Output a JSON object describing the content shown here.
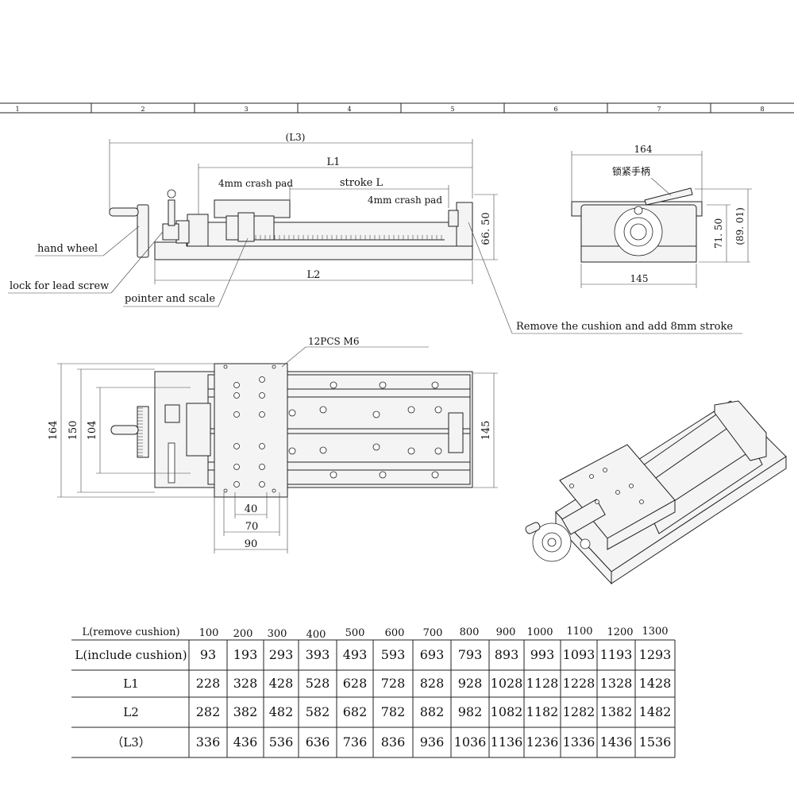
{
  "ruler": {
    "marks": [
      "1",
      "2",
      "3",
      "4",
      "5",
      "6",
      "7",
      "8"
    ]
  },
  "side_view": {
    "dim_L3": "(L3)",
    "dim_L1": "L1",
    "dim_stroke": "stroke  L",
    "dim_L2": "L2",
    "dim_height": "66. 50",
    "crash_pad_left": "4mm crash pad",
    "crash_pad_right": "4mm crash pad"
  },
  "callouts": {
    "hand_wheel": "hand wheel",
    "lock_lead_screw": "lock for lead screw",
    "pointer_scale": "pointer and scale",
    "remove_cushion": "Remove the cushion and add 8mm stroke",
    "holes": "12PCS M6"
  },
  "end_view": {
    "dim_width": "164",
    "handle_label": "锁紧手柄",
    "dim_base": "145",
    "dim_h1": "71. 50",
    "dim_h2": "(89. 01)"
  },
  "top_view": {
    "dim_164": "164",
    "dim_150": "150",
    "dim_104": "104",
    "dim_145": "145",
    "dim_40": "40",
    "dim_70": "70",
    "dim_90": "90"
  },
  "table": {
    "header_label": "L(remove cushion)",
    "header_values": [
      "100",
      "200",
      "300",
      "400",
      "500",
      "600",
      "700",
      "800",
      "900",
      "1000",
      "1100",
      "1200",
      "1300"
    ],
    "rows": [
      {
        "label": "L(include cushion)",
        "values": [
          "93",
          "193",
          "293",
          "393",
          "493",
          "593",
          "693",
          "793",
          "893",
          "993",
          "1093",
          "1193",
          "1293"
        ]
      },
      {
        "label": "L1",
        "values": [
          "228",
          "328",
          "428",
          "528",
          "628",
          "728",
          "828",
          "928",
          "1028",
          "1128",
          "1228",
          "1328",
          "1428"
        ]
      },
      {
        "label": "L2",
        "values": [
          "282",
          "382",
          "482",
          "582",
          "682",
          "782",
          "882",
          "982",
          "1082",
          "1182",
          "1282",
          "1382",
          "1482"
        ]
      },
      {
        "label": "（L3）",
        "values": [
          "336",
          "436",
          "536",
          "636",
          "736",
          "836",
          "936",
          "1036",
          "1136",
          "1236",
          "1336",
          "1436",
          "1536"
        ]
      }
    ]
  }
}
